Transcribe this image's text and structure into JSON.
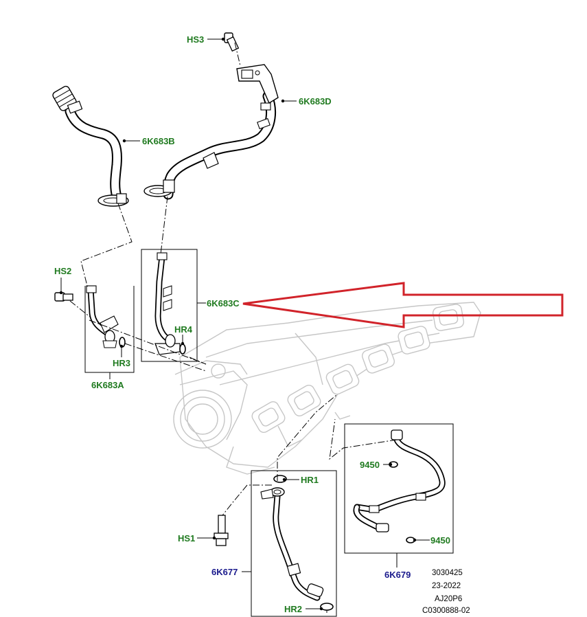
{
  "colors": {
    "part_label_green": "#1f7a1f",
    "part_label_blue": "#1a1a8c",
    "callout_arrow_red": "#d1232a",
    "background_engine_gray": "#c6c6c6"
  },
  "labels": {
    "hs3": "HS3",
    "hose_6k683d": "6K683D",
    "hose_6k683b": "6K683B",
    "hs2": "HS2",
    "hose_6k683c": "6K683C",
    "hr4": "HR4",
    "hr3": "HR3",
    "hose_6k683a": "6K683A",
    "hr1": "HR1",
    "gasket_9450_top": "9450",
    "hs1": "HS1",
    "gasket_9450_bottom": "9450",
    "pipe_6k677": "6K677",
    "pipe_6k679": "6K679",
    "hr2": "HR2"
  },
  "reference_block": {
    "line1": "3030425",
    "line2": "23-2022",
    "line3": "AJ20P6",
    "line4": "C0300888-02"
  },
  "icons": [
    "bolt-icon",
    "clip-icon",
    "o-ring-icon",
    "callout-arrow-icon"
  ]
}
